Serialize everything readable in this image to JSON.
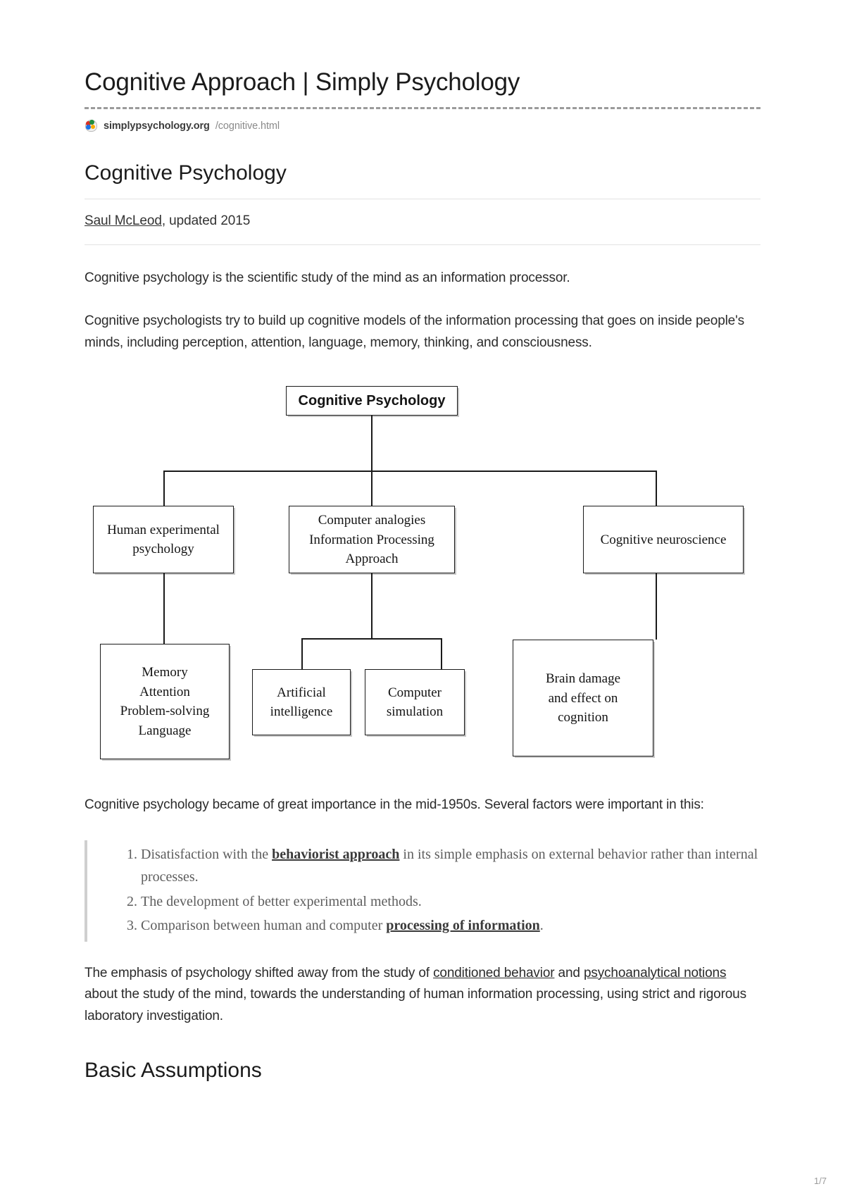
{
  "header": {
    "title": "Cognitive Approach | Simply Psychology",
    "favicon_name": "simply-psychology-brain-favicon",
    "source_domain": "simplypsychology.org",
    "source_path": "/cognitive.html"
  },
  "article": {
    "title": "Cognitive Psychology",
    "author": "Saul McLeod",
    "byline_rest": ", updated 2015",
    "paragraph_1": "Cognitive psychology is the scientific study of the mind as an information processor.",
    "paragraph_2": "Cognitive psychologists try to build up cognitive models of the information processing that goes on inside people's minds, including perception, attention, language, memory, thinking, and consciousness.",
    "paragraph_3": "Cognitive psychology became of great importance in the mid-1950s. Several factors were important in this:",
    "paragraph_4_part1": "The emphasis of psychology shifted away from the study of ",
    "paragraph_4_link1": "conditioned behavior",
    "paragraph_4_part2": " and ",
    "paragraph_4_link2": "psychoanalytical notions",
    "paragraph_4_part3": " about the study of the mind, towards the understanding of human information processing, using strict and rigorous laboratory investigation.",
    "section_heading": "Basic Assumptions"
  },
  "diagram": {
    "root": "Cognitive Psychology",
    "level2": [
      "Human experimental psychology",
      "Computer analogies Information Processing Approach",
      "Cognitive neuroscience"
    ],
    "box_human": {
      "line1": "Human experimental",
      "line2": "psychology"
    },
    "box_computer": {
      "line1": "Computer analogies",
      "line2": "Information Processing",
      "line3": "Approach"
    },
    "box_neuro": {
      "line1": "Cognitive neuroscience"
    },
    "box_memory": {
      "line1": "Memory",
      "line2": "Attention",
      "line3": "Problem-solving",
      "line4": "Language"
    },
    "box_ai": {
      "line1": "Artificial",
      "line2": "intelligence"
    },
    "box_sim": {
      "line1": "Computer",
      "line2": "simulation"
    },
    "box_brain": {
      "line1": "Brain damage",
      "line2": "and effect on",
      "line3": "cognition"
    }
  },
  "list": {
    "item1_part1": "Disatisfaction with the ",
    "item1_link": "behaviorist approach",
    "item1_part2": " in its simple emphasis on external behavior rather than internal processes.",
    "item2": "The development of better experimental methods.",
    "item3_part1": "Comparison between human and computer ",
    "item3_link": "processing of information",
    "item3_part2": "."
  },
  "footer": {
    "page_number": "1/7"
  }
}
